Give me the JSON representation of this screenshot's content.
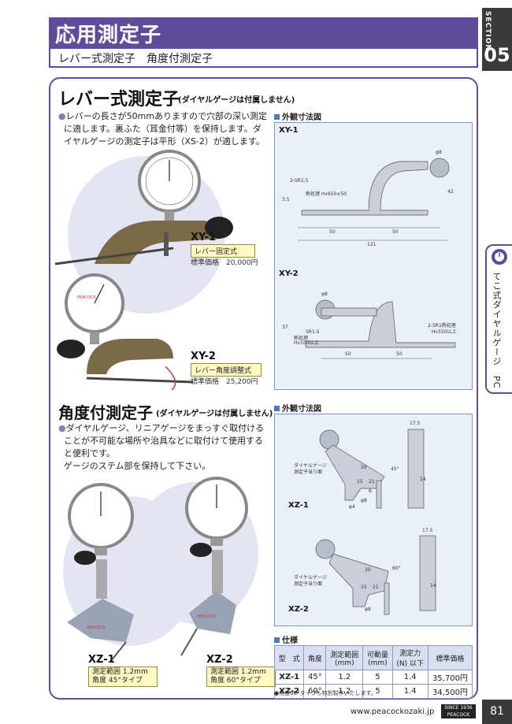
{
  "header": {
    "title": "応用測定子",
    "subtitle": "レバー式測定子　角度付測定子"
  },
  "section": {
    "label": "SECTION",
    "number": "05"
  },
  "lever": {
    "heading": "レバー式測定子",
    "heading_note": "(ダイヤルゲージは付属しません)",
    "bullet": [
      "●",
      "レバーの長さが50mmありますので穴部の深い測定",
      "に適します。裏ふた（耳金付等）を保持します。ダ",
      "イヤルゲージの測定子は平形（XS-2）が適します。"
    ],
    "diagram_heading": "外観寸法図",
    "models": [
      {
        "name": "XY-1",
        "type": "レバー固定式",
        "price": "標準価格　20,000円"
      },
      {
        "name": "XY-2",
        "type": "レバー角度調整式",
        "price": "標準価格　25,200円"
      }
    ],
    "dims_xy1": {
      "d8": "φ8",
      "d42": "42",
      "d35": "3.5",
      "d50a": "50",
      "d50b": "50",
      "d121": "121",
      "note1": "2-SR1.5",
      "note2": "熱処理 Hv650±50"
    },
    "dims_xy2": {
      "d8": "φ8",
      "d37": "37",
      "d50a": "50",
      "d50b": "50",
      "note1": "SR1.5",
      "note2": "熱処理",
      "note3": "Hv550以上",
      "note4": "2-SR1熱処理",
      "note5": "Hv550以上"
    }
  },
  "angle": {
    "heading": "角度付測定子",
    "heading_note": "(ダイヤルゲージは付属しません)",
    "bullet": [
      "●",
      "ダイヤルゲージ、リニアゲージをまっすぐ取付ける",
      "ことが不可能な場所や治具などに取付けて使用する",
      "と便利です。",
      "ゲージのステム部を保持して下さい。"
    ],
    "diagram_heading": "外観寸法図",
    "models": [
      {
        "name": "XZ-1",
        "line1": "測定範囲 1.2mm",
        "line2": "角度 45°タイプ"
      },
      {
        "name": "XZ-2",
        "line1": "測定範囲 1.2mm",
        "line2": "角度 60°タイプ"
      }
    ],
    "dims_xz1": {
      "label": "ダイヤルゲージ",
      "label2": "測定子当り面",
      "d45": "45°",
      "d175": "17.5",
      "d30": "30",
      "d15": "15",
      "d21": "21",
      "d6": "6",
      "d14": "14",
      "d8": "φ8",
      "d4": "φ4"
    },
    "dims_xz2": {
      "label": "ダイヤルゲージ",
      "label2": "測定子当り面",
      "d60": "60°",
      "d175": "17.5",
      "d30": "30",
      "d15": "15",
      "d21": "21",
      "d8": "φ8",
      "d14": "14"
    }
  },
  "spec": {
    "heading": "仕様",
    "columns": [
      "型　式",
      "角度",
      "測定範囲\n(mm)",
      "可動量\n(mm)",
      "測定力\n(N) 以下",
      "標準価格"
    ],
    "rows": [
      [
        "XZ-1",
        "45°",
        "1.2",
        "5",
        "1.4",
        "35,700円"
      ],
      [
        "XZ-2",
        "60°",
        "1.2",
        "5",
        "1.4",
        "34,500円"
      ]
    ],
    "note": "●角度90°タイプも特別製作いたします。"
  },
  "side_tab": {
    "text": "てこ式ダイヤルゲージ　PC"
  },
  "footer": {
    "url": "www.peacockozaki.jp",
    "logo1": "SINCE 1936",
    "logo2": "PEACOCK",
    "page": "81"
  },
  "brand": "PEACOCK"
}
